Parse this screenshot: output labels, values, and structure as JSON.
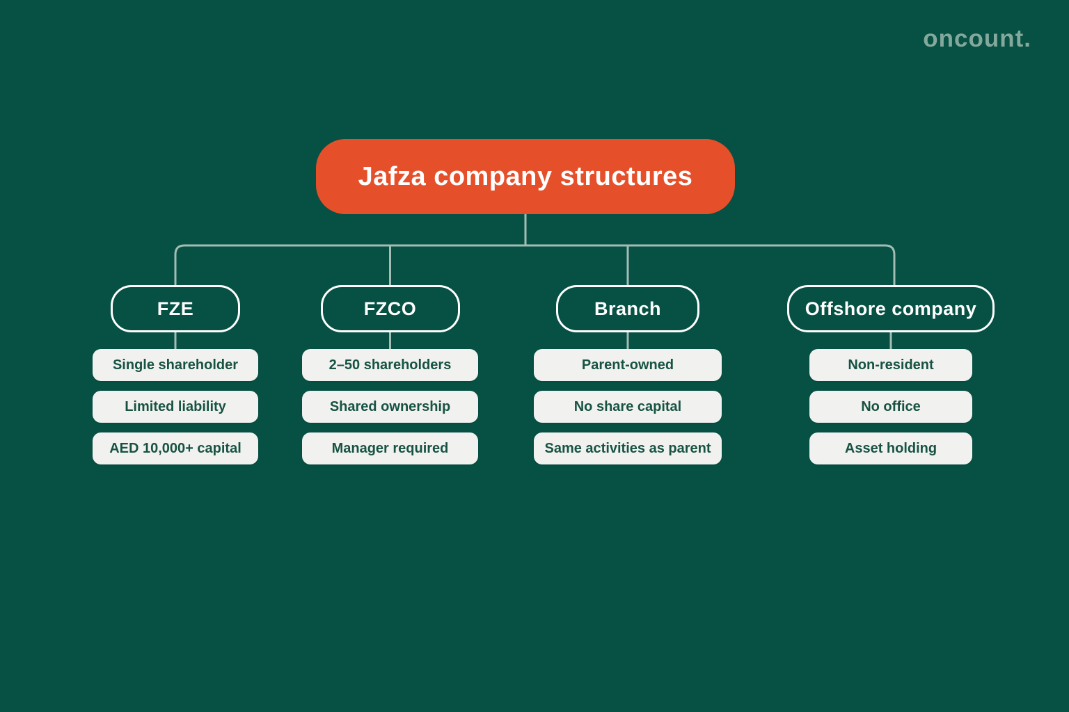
{
  "brand": {
    "logo_text": "oncount."
  },
  "title": "Jafza company structures",
  "columns": [
    {
      "header": "FZE",
      "items": [
        "Single shareholder",
        "Limited liability",
        "AED 10,000+ capital"
      ]
    },
    {
      "header": "FZCO",
      "items": [
        "2–50 shareholders",
        "Shared ownership",
        "Manager required"
      ]
    },
    {
      "header": "Branch",
      "items": [
        "Parent-owned",
        "No share capital",
        "Same activities as parent"
      ]
    },
    {
      "header": "Offshore company",
      "items": [
        "Non-resident",
        "No office",
        "Asset holding"
      ]
    }
  ],
  "colors": {
    "background": "#065044",
    "accent_orange": "#e5502a",
    "card": "#f1f2ef",
    "card_text": "#175243",
    "connector": "#a3bdb3",
    "header_outline": "#ffffff",
    "header_text": "#ffffff",
    "logo": "#84a89c"
  }
}
